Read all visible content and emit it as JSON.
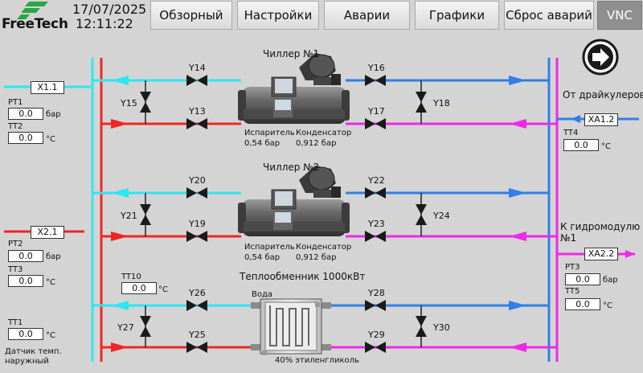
{
  "header": {
    "logo_text": "FreeTech",
    "date": "17/07/2025",
    "time": "12:11:22",
    "nav": [
      {
        "label": "Обзорный"
      },
      {
        "label": "Настройки"
      },
      {
        "label": "Аварии"
      },
      {
        "label": "Графики"
      },
      {
        "label": "Сброс аварий"
      },
      {
        "label": "VNC"
      }
    ]
  },
  "left": {
    "x11_tag": "X1.1",
    "pt1": {
      "label": "PT1",
      "value": "0.0",
      "unit": "бар"
    },
    "tt2": {
      "label": "TT2",
      "value": "0.0",
      "unit": "°C"
    },
    "x21_tag": "X2.1",
    "pt2": {
      "label": "PT2",
      "value": "0.0",
      "unit": "бар"
    },
    "tt3": {
      "label": "TT3",
      "value": "0.0",
      "unit": "°C"
    },
    "tt1": {
      "label": "TT1",
      "value": "0.0",
      "unit": "°C"
    },
    "outdoor_label_1": "Датчик темп.",
    "outdoor_label_2": "наружный"
  },
  "right": {
    "from_drycoolers": "От драйкулеров",
    "xa12_tag": "XA1.2",
    "tt4": {
      "label": "TT4",
      "value": "0.0",
      "unit": "°C"
    },
    "to_hydromodule_1": "К гидромодулю",
    "to_hydromodule_2": "№1",
    "xa22_tag": "XA2.2",
    "pt3": {
      "label": "PT3",
      "value": "0.0",
      "unit": "бар"
    },
    "tt5": {
      "label": "TT5",
      "value": "0.0",
      "unit": "°C"
    }
  },
  "chiller1": {
    "title": "Чиллер №1",
    "evap_label": "Испаритель",
    "evap_value": "0,54 бар",
    "cond_label": "Конденсатор",
    "cond_value": "0,912 бар"
  },
  "chiller2": {
    "title": "Чиллер №2",
    "evap_label": "Испаритель",
    "evap_value": "0,54 бар",
    "cond_label": "Конденсатор",
    "cond_value": "0,912 бар"
  },
  "hex": {
    "title": "Теплообменник 1000кВт",
    "tt10": {
      "label": "TT10",
      "value": "0.0",
      "unit": "°C"
    },
    "water_label": "Вода",
    "glycol_label": "40% этиленгликоль"
  },
  "valves": {
    "y13": "Y13",
    "y14": "Y14",
    "y15": "Y15",
    "y16": "Y16",
    "y17": "Y17",
    "y18": "Y18",
    "y19": "Y19",
    "y20": "Y20",
    "y21": "Y21",
    "y22": "Y22",
    "y23": "Y23",
    "y24": "Y24",
    "y25": "Y25",
    "y26": "Y26",
    "y27": "Y27",
    "y28": "Y28",
    "y29": "Y29",
    "y30": "Y30"
  },
  "colors": {
    "cyan": "#2ee6f2",
    "red": "#f02626",
    "blue": "#2f7fe6",
    "magenta": "#ee2ae6",
    "valve": "#1a1a1a",
    "logo_green": "#27a844"
  }
}
